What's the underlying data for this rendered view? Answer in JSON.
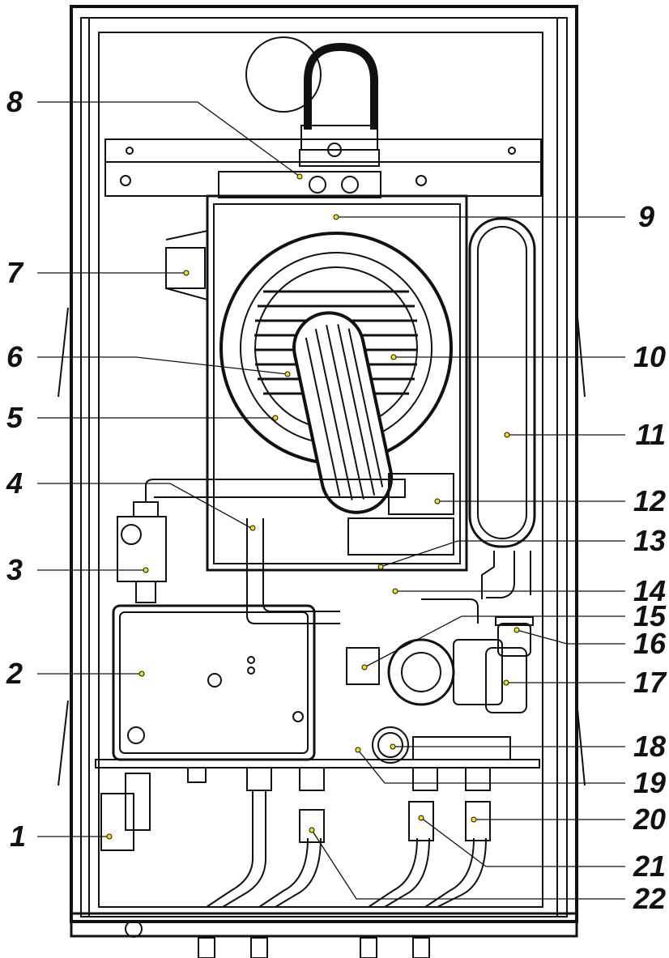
{
  "labels": {
    "l1": "1",
    "l2": "2",
    "l3": "3",
    "l4": "4",
    "l5": "5",
    "l6": "6",
    "l7": "7",
    "l8": "8",
    "l9": "9",
    "l10": "10",
    "l11": "11",
    "l12": "12",
    "l13": "13",
    "l14": "14",
    "l15": "15",
    "l16": "16",
    "l17": "17",
    "l18": "18",
    "l19": "19",
    "l20": "20",
    "l21": "21",
    "l22": "22"
  },
  "colors": {
    "line": "#111111",
    "marker": "#f2e600",
    "fill": "#ffffff"
  }
}
